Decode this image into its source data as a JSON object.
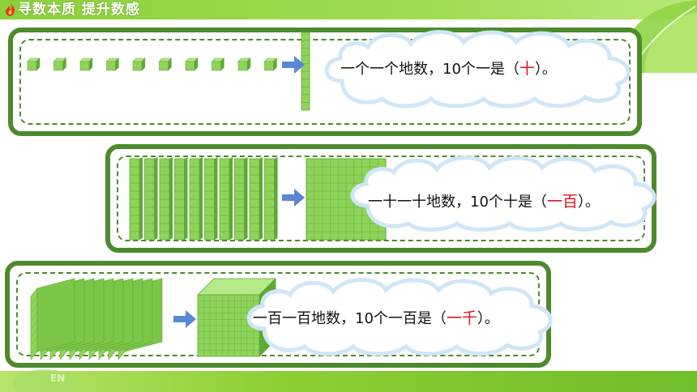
{
  "banner": {
    "title": "寻数本质  提升数感"
  },
  "badge": {
    "label": "EN"
  },
  "rows": [
    {
      "prefix": "一个一个地数，10个一是（",
      "answer": "十",
      "suffix": "）。"
    },
    {
      "prefix": "一十一十地数，10个十是（",
      "answer": "一百",
      "suffix": "）。"
    },
    {
      "prefix": "一百一百地数，10个一百是（",
      "answer": "一千",
      "suffix": "）。"
    }
  ],
  "colors": {
    "accent_green": "#4d8a2c",
    "cube_green": "#8fd45a",
    "arrow_blue": "#5a86d6",
    "answer_red": "#e0121b"
  }
}
